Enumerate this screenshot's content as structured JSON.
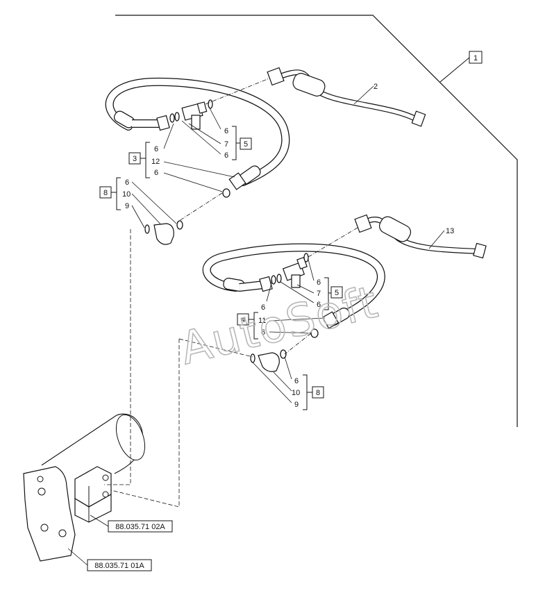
{
  "callouts": {
    "c1": "1",
    "c2": "2",
    "c13": "13",
    "box5a": "5",
    "box3": "3",
    "box8a": "8",
    "box5b": "5",
    "box4": "4",
    "box8b": "8",
    "g5a": [
      "6",
      "7",
      "6"
    ],
    "g3": [
      "6",
      "12",
      "6"
    ],
    "g8a": [
      "6",
      "10",
      "9"
    ],
    "g5b": [
      "6",
      "7",
      "6"
    ],
    "lone6": "6",
    "g4": [
      "11",
      "6"
    ],
    "g8b": [
      "6",
      "10",
      "9"
    ]
  },
  "refs": {
    "ref_valve": "88.035.71 02A",
    "ref_motor": "88.035.71 01A"
  },
  "watermark": "AutoSoft"
}
